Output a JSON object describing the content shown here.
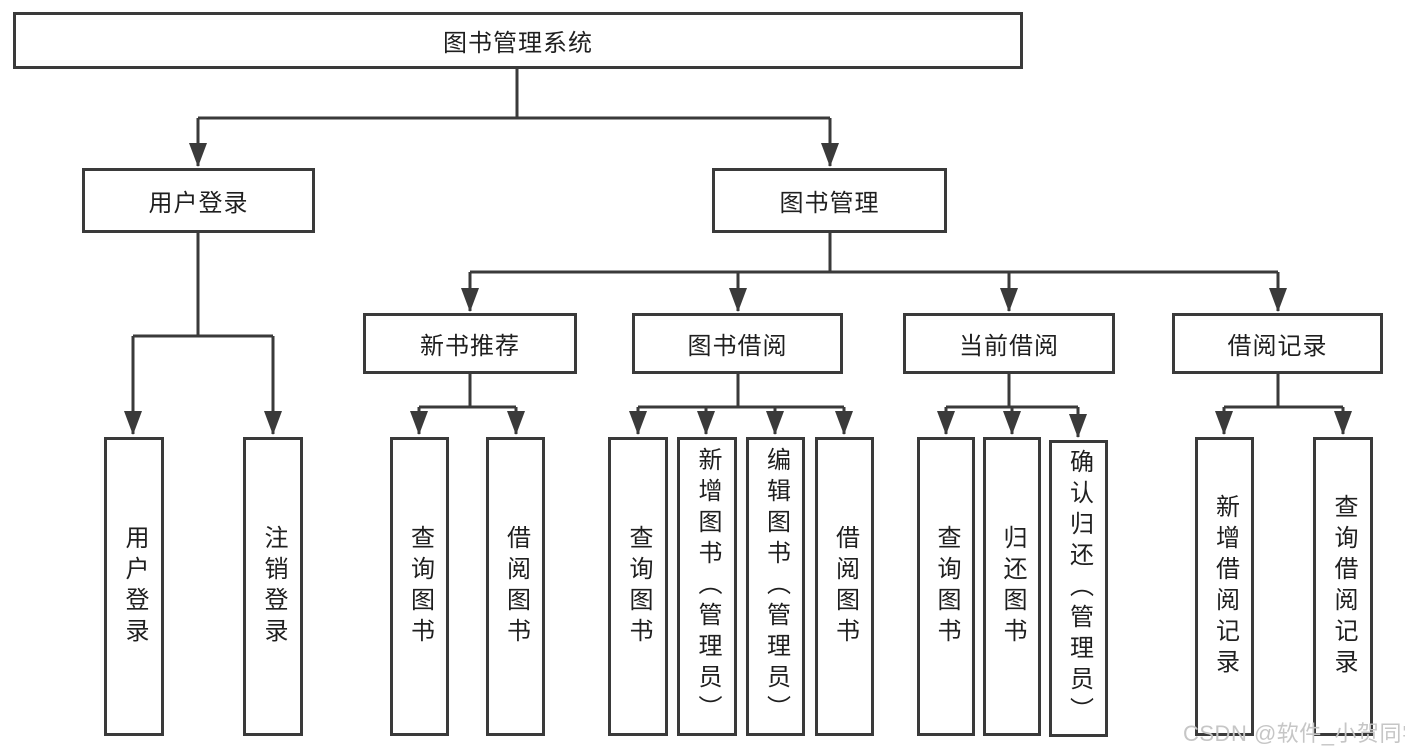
{
  "diagram": {
    "type": "hierarchy-tree",
    "colors": {
      "line": "#3a3a3a",
      "text": "#1f1f1f",
      "box_background": "#ffffff",
      "watermark": "#c6c6c6"
    }
  },
  "tree": {
    "label": "图书管理系统",
    "children": [
      {
        "label": "用户登录",
        "children": [
          {
            "label": "用户登录"
          },
          {
            "label": "注销登录"
          }
        ]
      },
      {
        "label": "图书管理",
        "children": [
          {
            "label": "新书推荐",
            "children": [
              {
                "label": "查询图书"
              },
              {
                "label": "借阅图书"
              }
            ]
          },
          {
            "label": "图书借阅",
            "children": [
              {
                "label": "查询图书"
              },
              {
                "label": "新增图书（管理员）"
              },
              {
                "label": "编辑图书（管理员）"
              },
              {
                "label": "借阅图书"
              }
            ]
          },
          {
            "label": "当前借阅",
            "children": [
              {
                "label": "查询图书"
              },
              {
                "label": "归还图书"
              },
              {
                "label": "确认归还（管理员）"
              }
            ]
          },
          {
            "label": "借阅记录",
            "children": [
              {
                "label": "新增借阅记录"
              },
              {
                "label": "查询借阅记录"
              }
            ]
          }
        ]
      }
    ]
  },
  "watermark": {
    "text": "CSDN @软件_小贺同学"
  }
}
